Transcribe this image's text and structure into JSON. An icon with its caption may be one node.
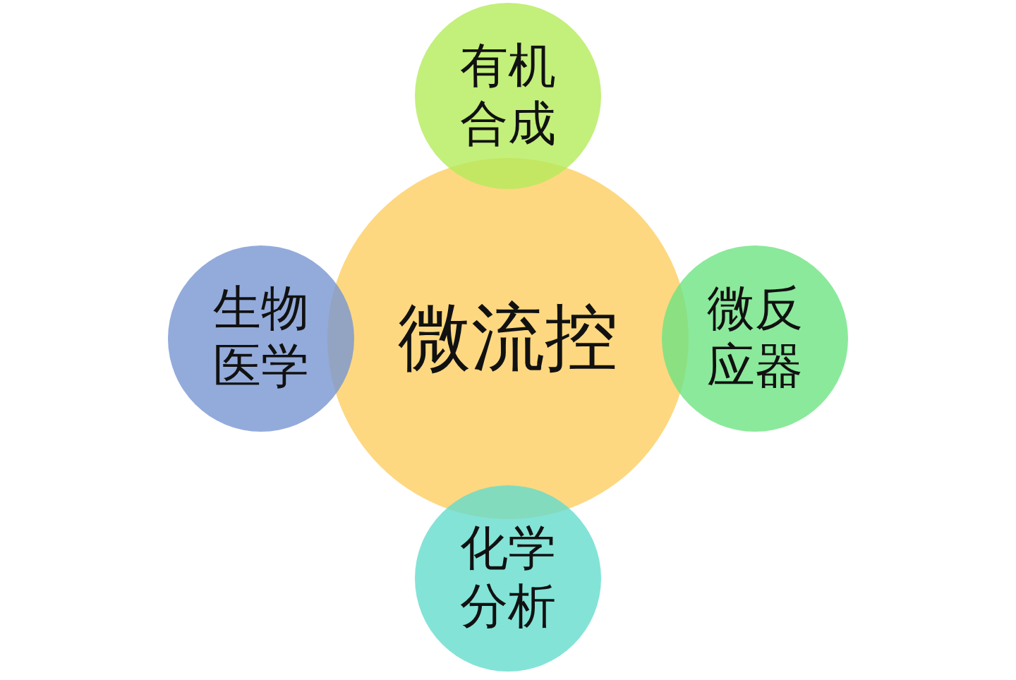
{
  "diagram": {
    "nodes": [
      {
        "text": [
          "有机合成"
        ]
      },
      {
        "text": [
          "生物医学"
        ]
      },
      {
        "text": [
          "微流控"
        ]
      },
      {
        "text": [
          "微反应器"
        ]
      },
      {
        "text": [
          "化学分析"
        ]
      }
    ]
  }
}
